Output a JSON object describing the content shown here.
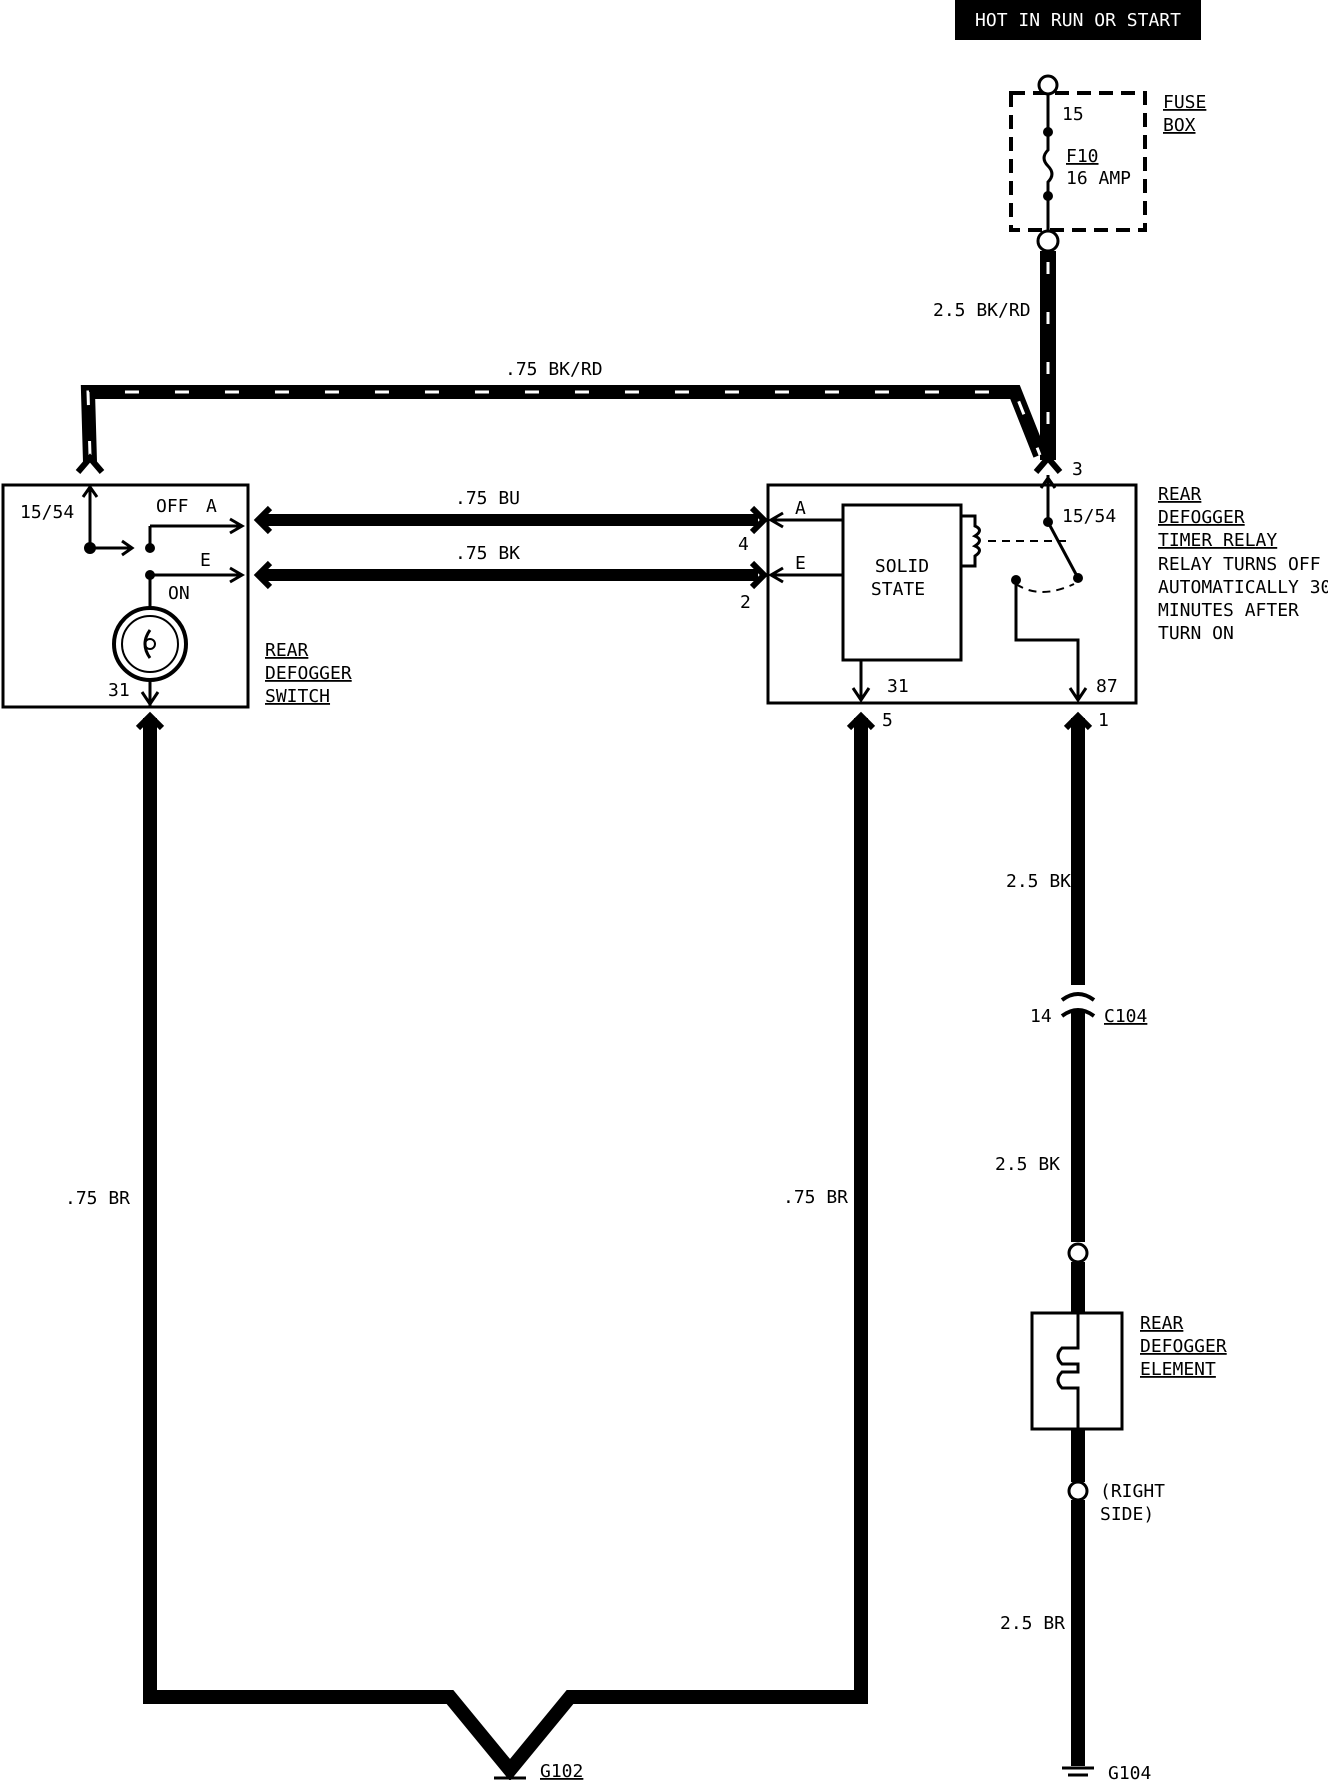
{
  "banner": "HOT IN RUN OR START",
  "fuse_box": {
    "title_line1": "FUSE",
    "title_line2": "BOX",
    "pin_top": "15",
    "fuse_id": "F10",
    "fuse_rating": "16 AMP"
  },
  "wires": {
    "feed": "2.5 BK/RD",
    "top_bus": ".75 BK/RD",
    "a_line": ".75 BU",
    "e_line": ".75 BK",
    "switch_ground": ".75 BR",
    "relay_ground": ".75 BR",
    "element_feed_upper": "2.5 BK",
    "element_feed_lower": "2.5 BK",
    "element_ground": "2.5 BR"
  },
  "switch": {
    "label_line1": "REAR",
    "label_line2": "DEFOGGER",
    "label_line3": "SWITCH",
    "pin_in": "15/54",
    "off": "OFF",
    "a": "A",
    "e": "E",
    "on": "ON",
    "pin_ground": "31"
  },
  "relay": {
    "label_line1": "REAR",
    "label_line2": "DEFOGGER",
    "label_line3": "TIMER RELAY",
    "note_line1": "RELAY TURNS OFF",
    "note_line2": "AUTOMATICALLY 30",
    "note_line3": "MINUTES AFTER",
    "note_line4": "TURN ON",
    "pin_top": "3",
    "pin_internal": "15/54",
    "a": "A",
    "e": "E",
    "pin_a": "4",
    "pin_e": "2",
    "solid_state_line1": "SOLID",
    "solid_state_line2": "STATE",
    "pin_31": "31",
    "pin_87": "87",
    "conn_5": "5",
    "conn_1": "1"
  },
  "connector": {
    "pin": "14",
    "name": "C104"
  },
  "element": {
    "label_line1": "REAR",
    "label_line2": "DEFOGGER",
    "label_line3": "ELEMENT",
    "splice_note_line1": "(RIGHT",
    "splice_note_line2": "SIDE)"
  },
  "grounds": {
    "left": "G102",
    "right": "G104"
  }
}
